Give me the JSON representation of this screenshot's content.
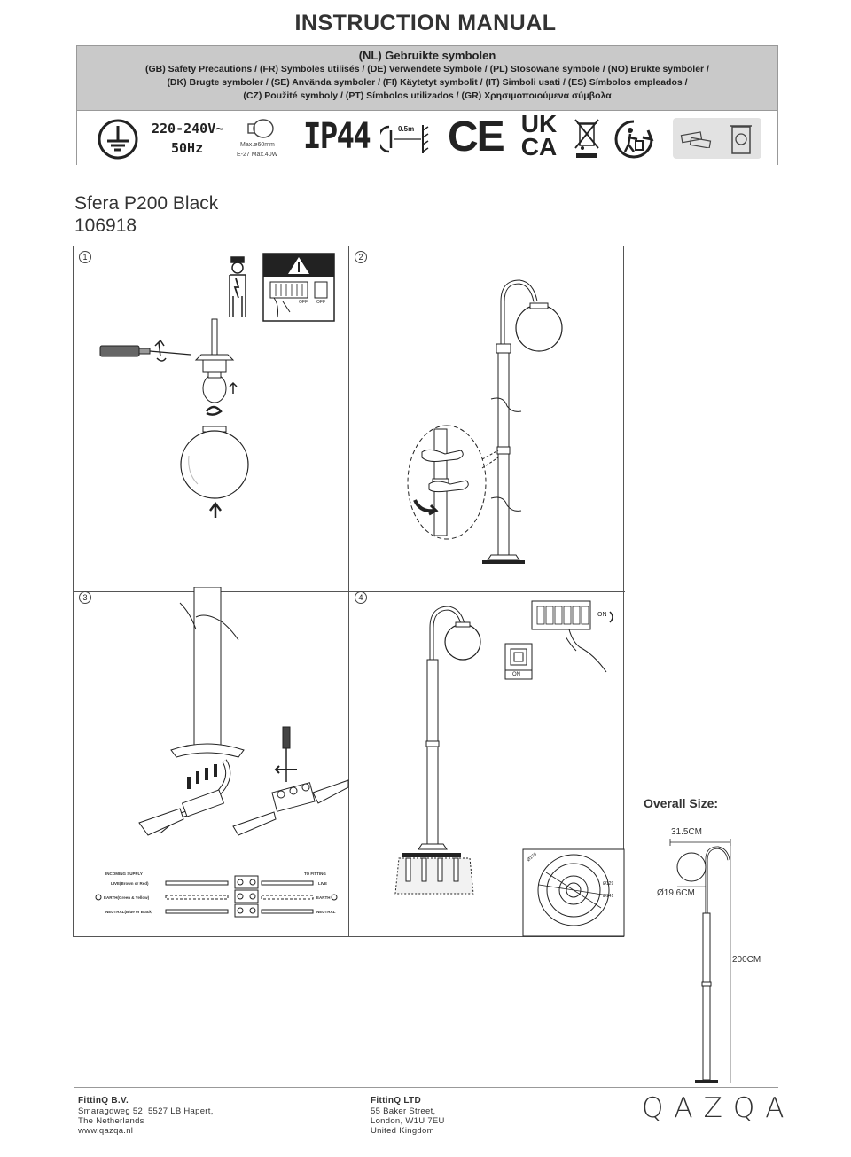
{
  "document": {
    "title": "INSTRUCTION MANUAL"
  },
  "symbols": {
    "heading": "(NL) Gebruikte symbolen",
    "language_lines": [
      "(GB) Safety Precautions / (FR) Symboles utilisés / (DE) Verwendete Symbole / (PL) Stosowane symbole / (NO) Brukte symboler /",
      "(DK) Brugte symboler / (SE) Använda symboler / (FI) Käytetyt symbolit / (IT) Simboli usati / (ES) Símbolos empleados /",
      "(CZ) Použité symboly / (PT) Símbolos utilizados / (GR) Χρησιμοποιούμενα σύμβολα"
    ],
    "voltage": "220-240V~",
    "frequency": "50Hz",
    "bulb_max_diameter": "Max.ø60mm",
    "bulb_max_power": "E-27 Max.40W",
    "ip_rating": "IP44",
    "distance": "0.5m",
    "ce_mark": "CE",
    "ukca_top": "UK",
    "ukca_bottom": "CA",
    "icons": [
      "earth-ground-icon",
      "bulb-icon",
      "distance-icon",
      "ce-icon",
      "ukca-icon",
      "weee-bin-icon",
      "recycle-icon",
      "packaging-recycle-icon"
    ]
  },
  "product": {
    "name": "Sfera P200 Black",
    "code": "106918"
  },
  "steps": [
    {
      "number": "1"
    },
    {
      "number": "2"
    },
    {
      "number": "3"
    },
    {
      "number": "4"
    }
  ],
  "warning_panel": {
    "off_1": "OFF",
    "off_2": "OFF"
  },
  "wiring": {
    "incoming": "INCOMING SUPPLY",
    "to_fitting": "TO FITTING",
    "live_in": "LIVE(Brown or Red)",
    "live_out": "LIVE",
    "earth_in": "EARTH(Green & Yellow)",
    "earth_out": "EARTH",
    "neutral_in": "NEUTRAL(Blue or Black)",
    "neutral_out": "NEUTRAL"
  },
  "step4": {
    "on_1": "ON",
    "on_2": "ON",
    "base_dim_1": "Ø170",
    "base_dim_2": "Ø129",
    "base_dim_3": "Ø141"
  },
  "overall": {
    "label": "Overall Size:",
    "width": "31.5CM",
    "globe": "Ø19.6CM",
    "height": "200CM"
  },
  "footer": {
    "nl": {
      "company": "FittinQ B.V.",
      "line1": "Smaragdweg 52, 5527 LB Hapert,",
      "line2": "The Netherlands",
      "line3": "www.qazqa.nl"
    },
    "uk": {
      "company": "FittinQ LTD",
      "line1": "55 Baker Street,",
      "line2": "London, W1U 7EU",
      "line3": "United Kingdom"
    },
    "logo": "QAZQA"
  }
}
